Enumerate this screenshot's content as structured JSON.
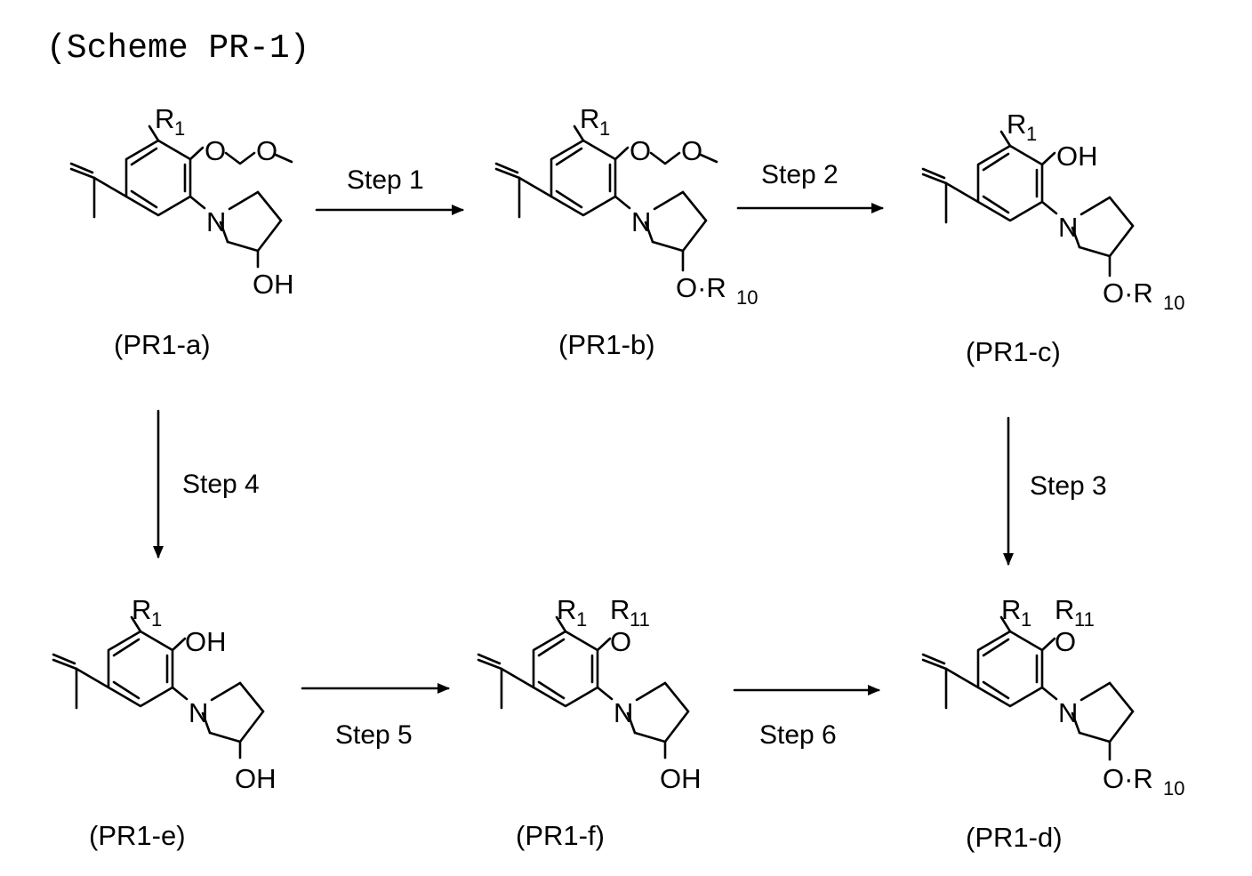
{
  "title": "(Scheme PR-1)",
  "steps": {
    "s1": "Step 1",
    "s2": "Step 2",
    "s3": "Step 3",
    "s4": "Step 4",
    "s5": "Step 5",
    "s6": "Step 6"
  },
  "compounds": {
    "a": {
      "label": "(PR1-a)",
      "r_main": "R",
      "r_main_sub": "1",
      "oh": "OH",
      "n": "N",
      "o1": "O",
      "o2": "O"
    },
    "b": {
      "label": "(PR1-b)",
      "r_main": "R",
      "r_main_sub": "1",
      "n": "N",
      "o_r": "O·R",
      "o_r_sub": "10"
    },
    "c": {
      "label": "(PR1-c)",
      "r_main": "R",
      "r_main_sub": "1",
      "oh": "OH",
      "n": "N",
      "o_r": "O·R",
      "o_r_sub": "10"
    },
    "d": {
      "label": "(PR1-d)",
      "r_main": "R",
      "r_main_sub": "1",
      "r11": "R",
      "r11_sub": "11",
      "o": "O",
      "n": "N",
      "o_r": "O·R",
      "o_r_sub": "10"
    },
    "e": {
      "label": "(PR1-e)",
      "r_main": "R",
      "r_main_sub": "1",
      "oh_top": "OH",
      "oh": "OH",
      "n": "N"
    },
    "f": {
      "label": "(PR1-f)",
      "r_main": "R",
      "r_main_sub": "1",
      "r11": "R",
      "r11_sub": "11",
      "o": "O",
      "n": "N",
      "oh": "OH"
    }
  }
}
